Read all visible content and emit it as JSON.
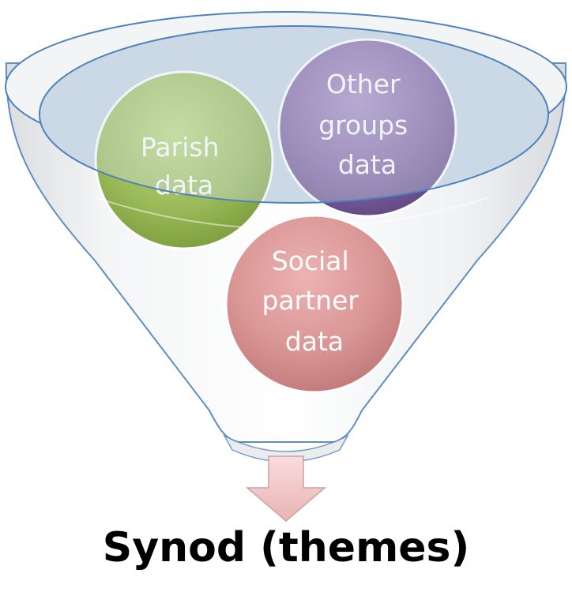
{
  "inputs": [
    {
      "lines": [
        "Parish",
        "data"
      ],
      "color": "#9bbb59"
    },
    {
      "lines": [
        "Other",
        "groups",
        "data"
      ],
      "color": "#8064a2"
    },
    {
      "lines": [
        "Social",
        "partner",
        "data"
      ],
      "color": "#d99594"
    }
  ],
  "output": {
    "label": "Synod (themes)"
  },
  "colors": {
    "funnel_outline": "#4f81bd",
    "funnel_fill": "#e8eaec",
    "rim_fill": "#c9d6e3",
    "arrow_fill": "#f2c4c4",
    "arrow_stroke": "#c0a0a0"
  }
}
